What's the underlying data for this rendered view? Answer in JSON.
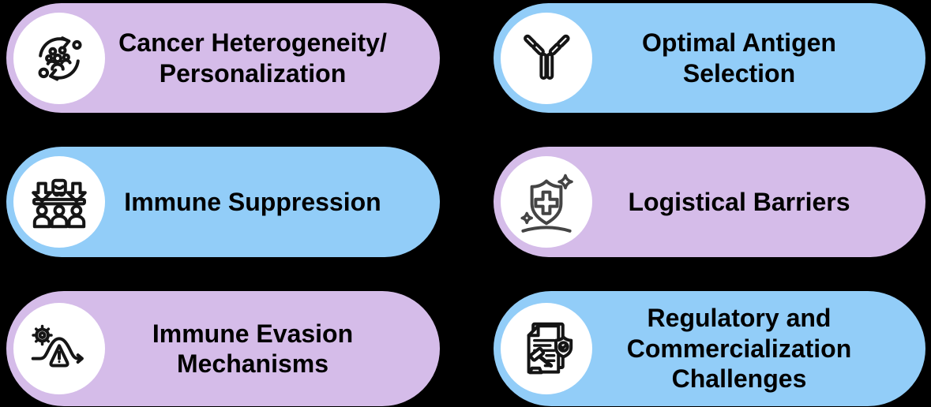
{
  "canvas": {
    "background": "#000000"
  },
  "colors": {
    "purple": "#D5BCE9",
    "blue": "#92CDF8",
    "circle_bg": "#FFFFFF",
    "icon_stroke": "#151515",
    "text": "#000000"
  },
  "cards": [
    {
      "id": "cancer-heterogeneity",
      "lines": [
        "Cancer Heterogeneity/",
        "Personalization"
      ],
      "color": "purple",
      "icon": "cycle-people-icon"
    },
    {
      "id": "optimal-antigen-selection",
      "lines": [
        "Optimal Antigen",
        "Selection"
      ],
      "color": "blue",
      "icon": "antibody-icon"
    },
    {
      "id": "immune-suppression",
      "lines": [
        "Immune Suppression"
      ],
      "color": "blue",
      "icon": "suppression-hand-people-icon"
    },
    {
      "id": "logistical-barriers",
      "lines": [
        "Logistical Barriers"
      ],
      "color": "purple",
      "icon": "shield-cross-sparkle-icon"
    },
    {
      "id": "immune-evasion-mechanisms",
      "lines": [
        "Immune Evasion",
        "Mechanisms"
      ],
      "color": "purple",
      "icon": "gear-warning-arrow-icon"
    },
    {
      "id": "regulatory-commercialization",
      "lines": [
        "Regulatory and",
        "Commercialization",
        "Challenges"
      ],
      "color": "blue",
      "icon": "document-gavel-shield-icon"
    }
  ]
}
